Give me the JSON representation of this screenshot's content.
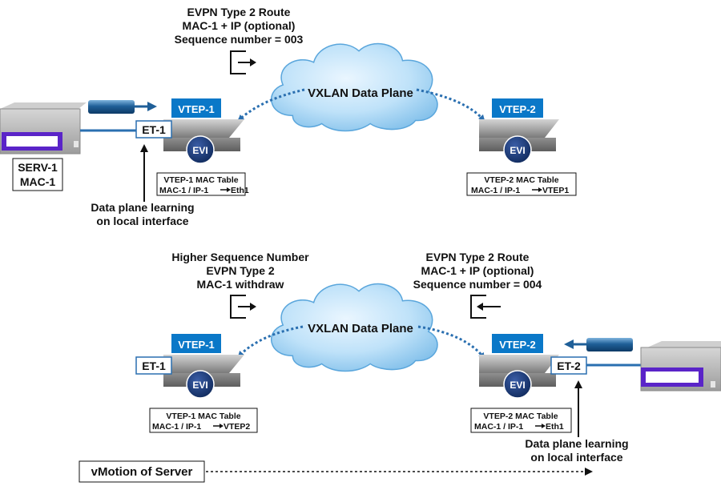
{
  "colors": {
    "vtep_blue": "#0a78c8",
    "evi_navy": "#1a3a78",
    "server_purple": "#5a24c8",
    "link_blue": "#2a6fb0",
    "cloud_blue": "#9fd0f2",
    "switch_gray": "#8e8e8e"
  },
  "top": {
    "route_note": [
      "EVPN Type 2 Route",
      "MAC-1 + IP (optional)",
      "Sequence number = 003"
    ],
    "cloud_label": "VXLAN Data Plane",
    "vtep1": {
      "label": "VTEP-1",
      "evi": "EVI",
      "port": "ET-1",
      "table": [
        "VTEP-1 MAC Table",
        "MAC-1 / IP-1",
        "Eth1"
      ]
    },
    "vtep2": {
      "label": "VTEP-2",
      "evi": "EVI",
      "table": [
        "VTEP-2 MAC Table",
        "MAC-1 / IP-1",
        "VTEP1"
      ]
    },
    "server": {
      "lines": [
        "SERV-1",
        "MAC-1"
      ]
    },
    "learning_note": [
      "Data plane learning",
      "on local interface"
    ]
  },
  "bottom": {
    "withdraw_note": [
      "Higher Sequence Number",
      "EVPN Type 2",
      "MAC-1 withdraw"
    ],
    "route_note": [
      "EVPN Type 2 Route",
      "MAC-1 + IP (optional)",
      "Sequence number = 004"
    ],
    "cloud_label": "VXLAN Data Plane",
    "vtep1": {
      "label": "VTEP-1",
      "evi": "EVI",
      "port": "ET-1",
      "table": [
        "VTEP-1 MAC Table",
        "MAC-1 / IP-1",
        "VTEP2"
      ]
    },
    "vtep2": {
      "label": "VTEP-2",
      "evi": "EVI",
      "port": "ET-2",
      "table": [
        "VTEP-2 MAC Table",
        "MAC-1 / IP-1",
        "Eth1"
      ]
    },
    "learning_note": [
      "Data plane learning",
      "on local interface"
    ],
    "vmotion_label": "vMotion of Server"
  }
}
